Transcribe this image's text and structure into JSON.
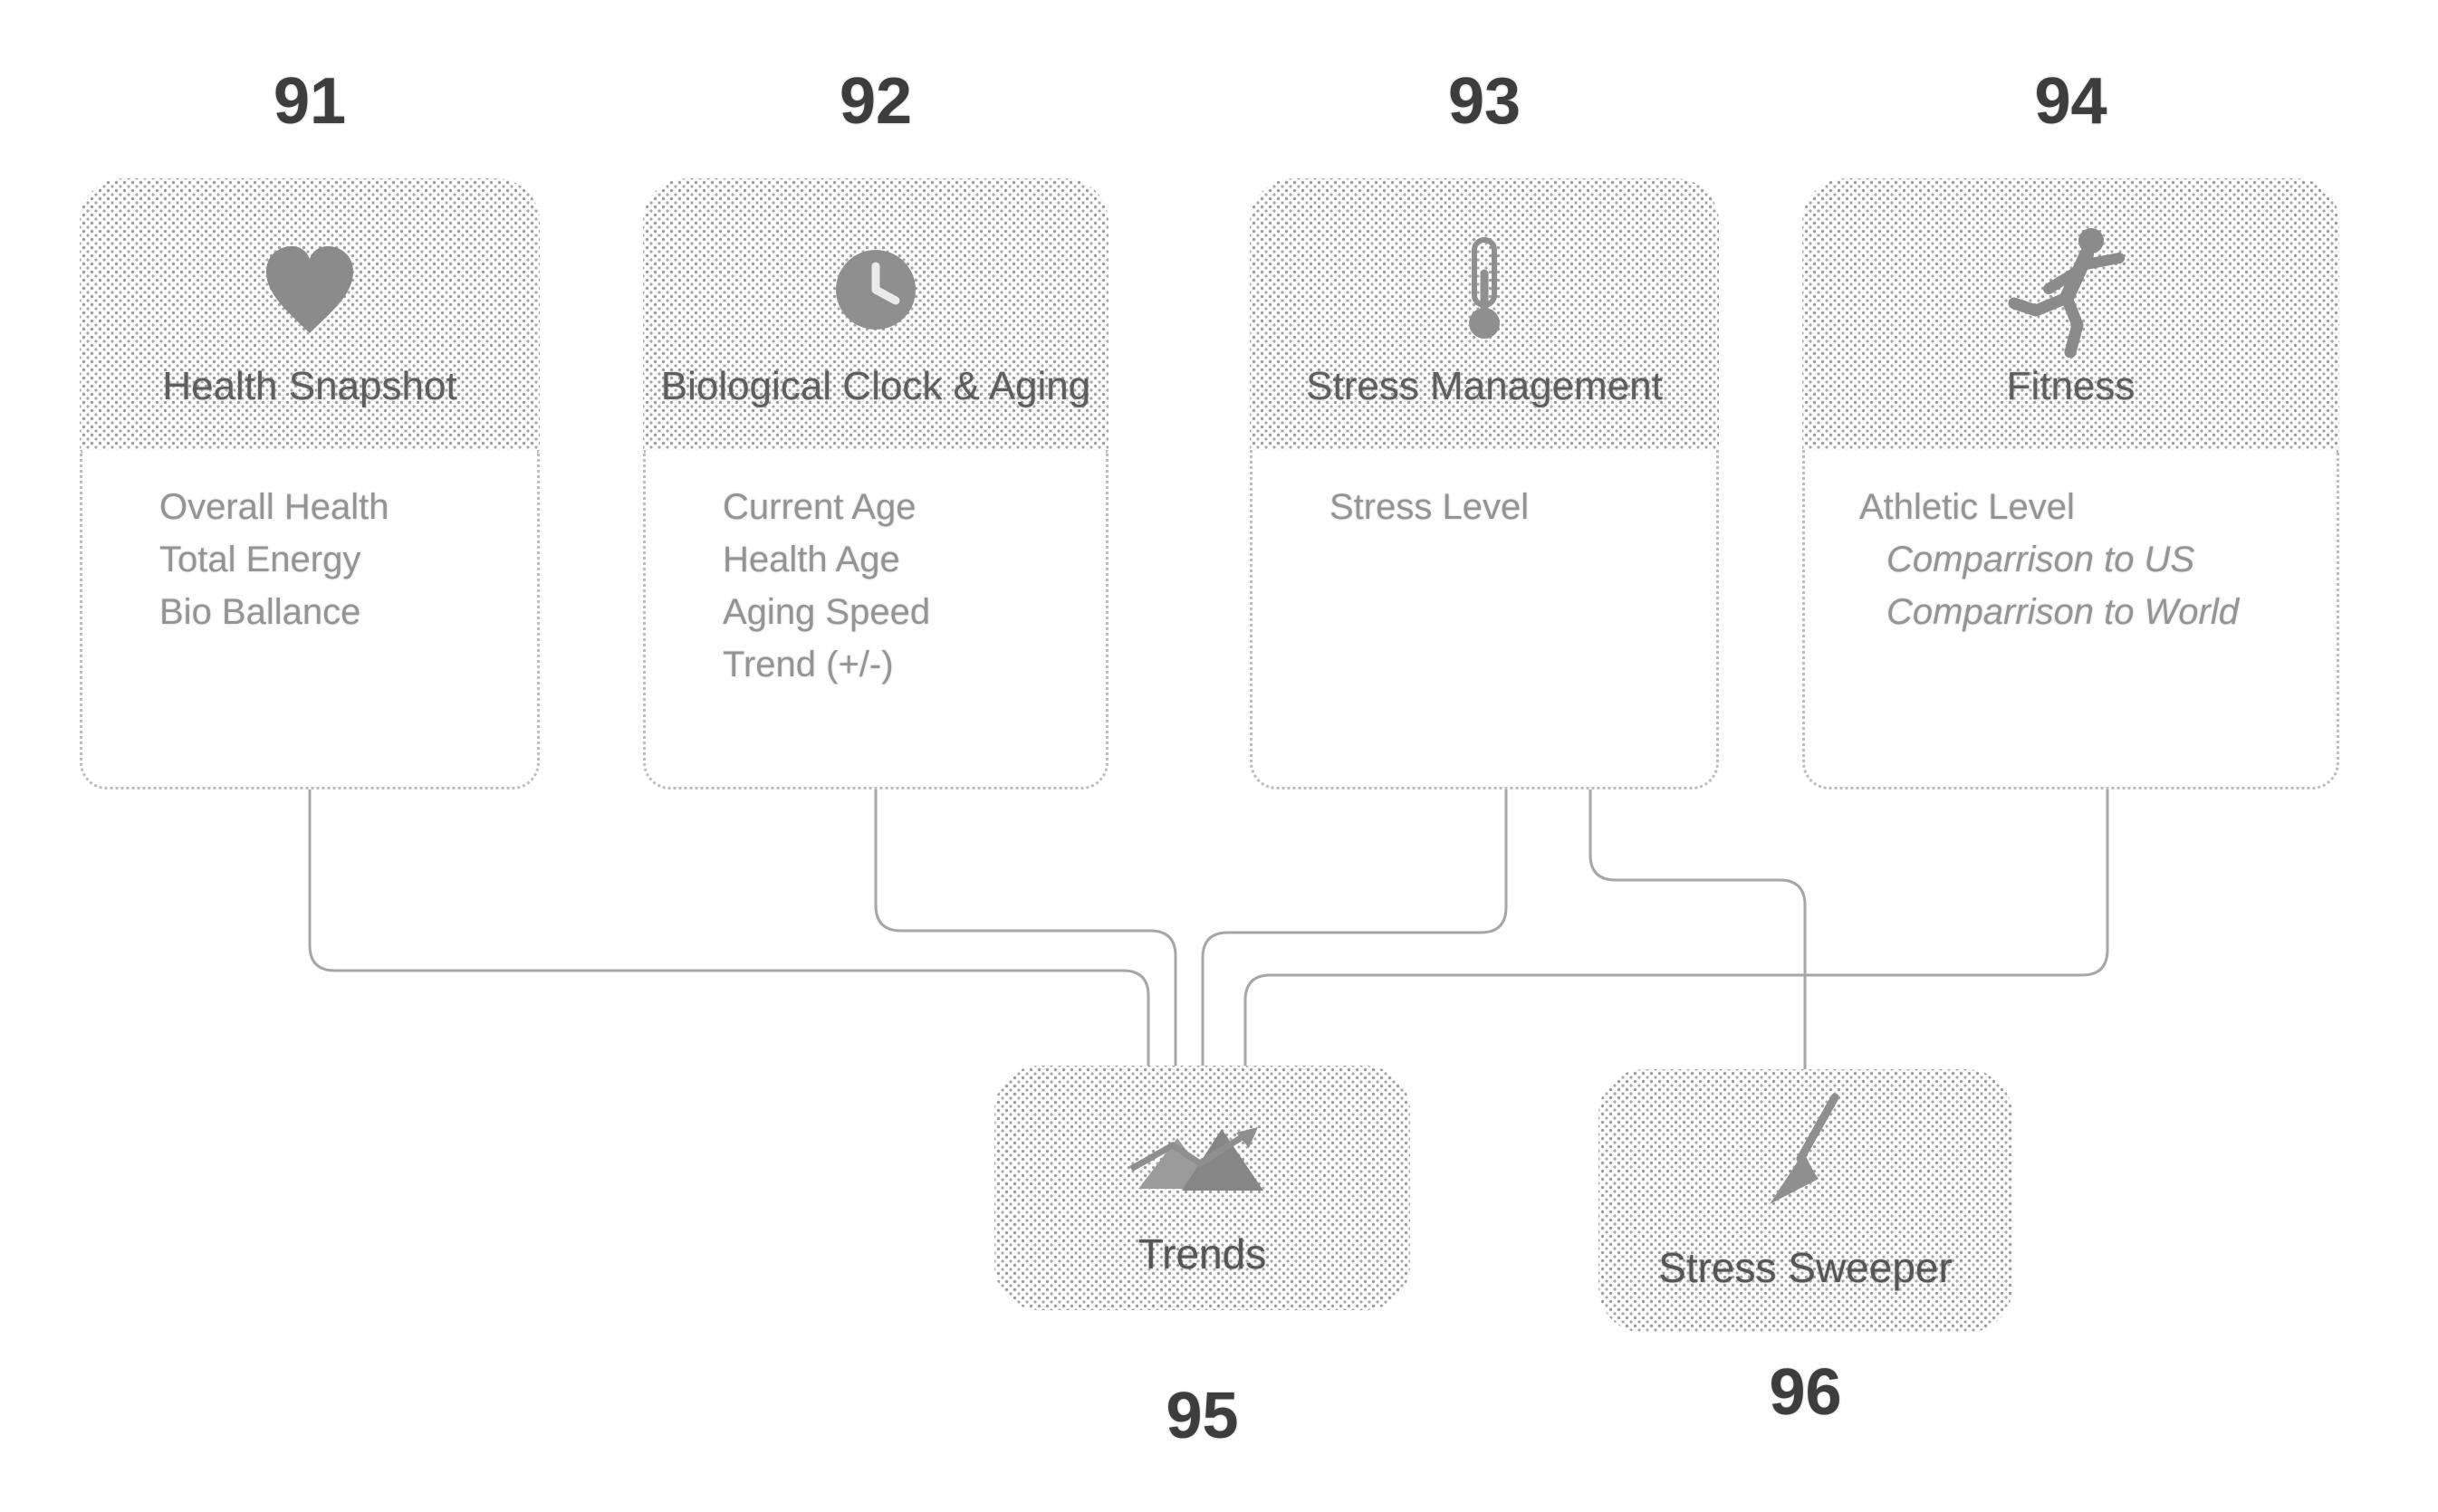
{
  "figure_type": "health app dashboard structure diagram",
  "colors": {
    "background": "#ffffff",
    "ref_number_ink": "#3d3d3d",
    "card_title_ink": "#5e5e5e",
    "card_item_ink": "#949494",
    "icon_gray": "#8b8b8b",
    "halftone_gray": "#d8d8d8",
    "connector_gray": "#a6a6a6",
    "dotted_border_gray": "#bdbdbd"
  },
  "cards": [
    {
      "ref": "91",
      "title": "Health Snapshot",
      "icon": "heart-icon",
      "items": [
        "Overall Health",
        "Total Energy",
        "Bio Ballance"
      ]
    },
    {
      "ref": "92",
      "title": "Biological Clock & Aging",
      "icon": "clock-icon",
      "items": [
        "Current Age",
        "Health Age",
        "Aging Speed",
        "Trend (+/-)"
      ]
    },
    {
      "ref": "93",
      "title": "Stress Management",
      "icon": "thermometer-icon",
      "items": [
        "Stress Level"
      ]
    },
    {
      "ref": "94",
      "title": "Fitness",
      "icon": "runner-icon",
      "items": [
        "Athletic Level",
        "Comparrison to US",
        "Comparrison to World"
      ]
    }
  ],
  "bottom_nodes": [
    {
      "ref": "95",
      "title": "Trends",
      "icon": "trends-icon"
    },
    {
      "ref": "96",
      "title": "Stress Sweeper",
      "icon": "broom-icon"
    }
  ],
  "connections": [
    "91 to Trends",
    "92 to Trends",
    "93 to Trends",
    "94 to Trends",
    "93 to Stress Sweeper"
  ]
}
